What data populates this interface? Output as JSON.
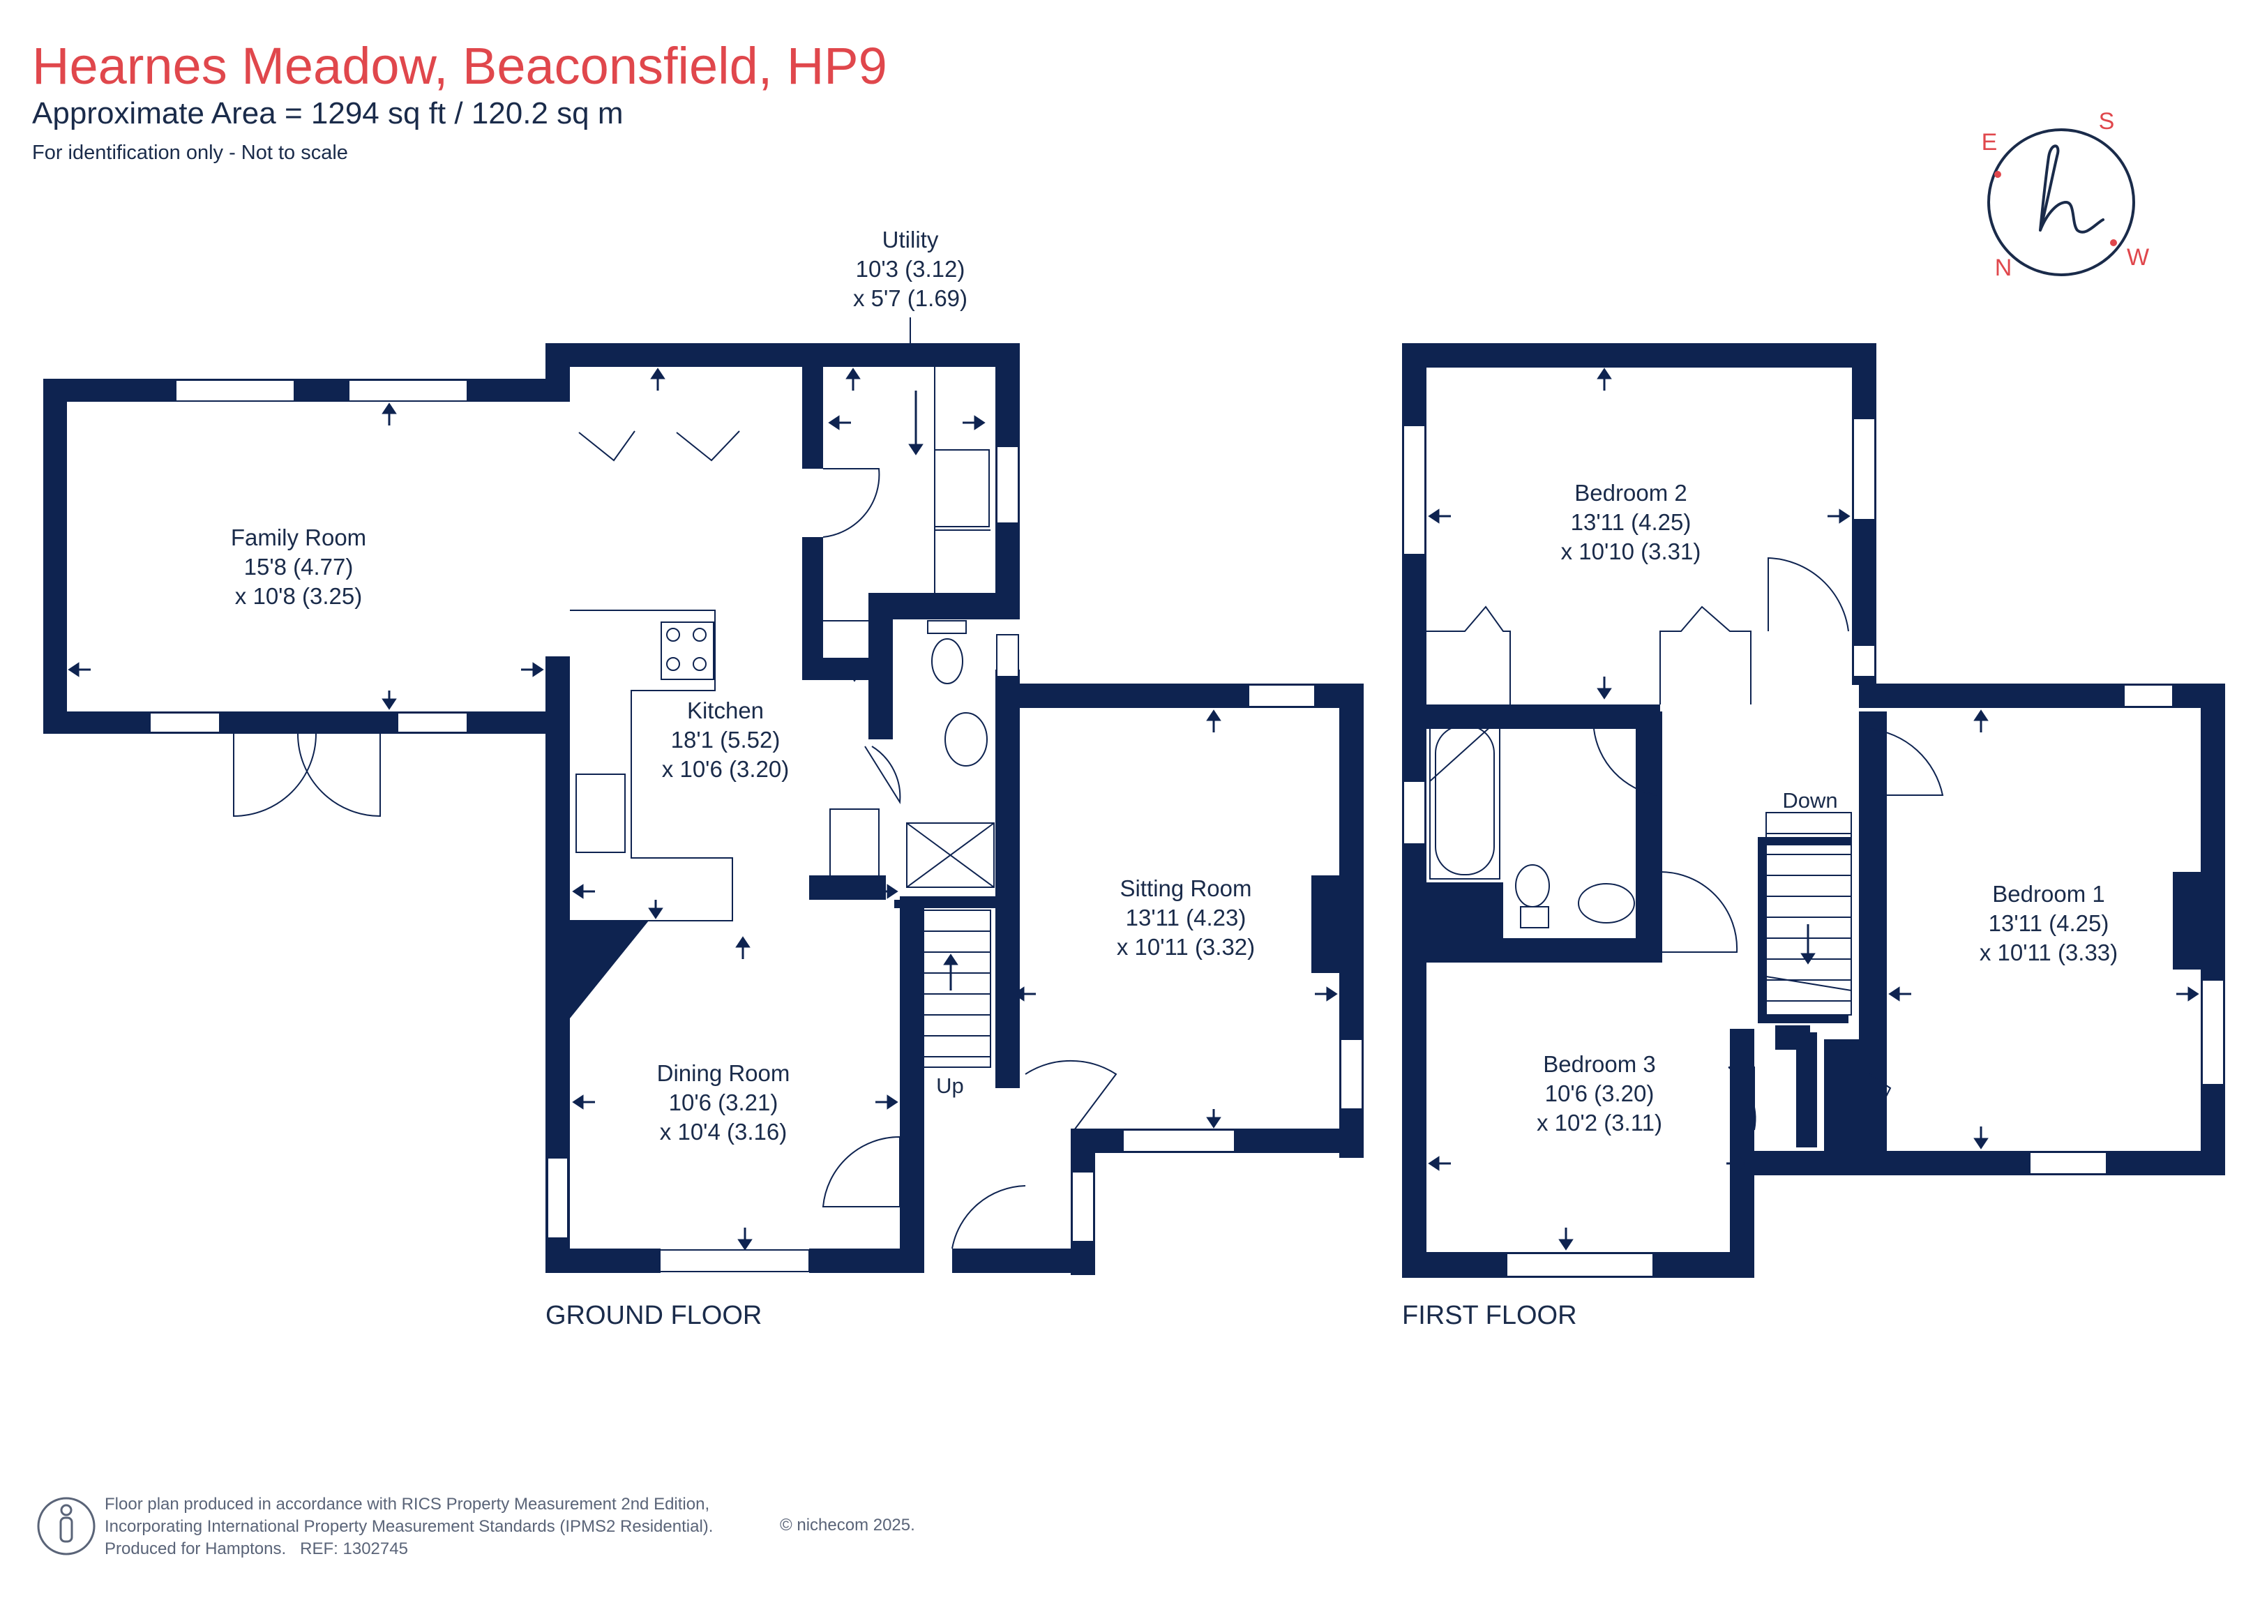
{
  "header": {
    "title": "Hearnes Meadow, Beaconsfield, HP9",
    "area": "Approximate Area = 1294 sq ft / 120.2 sq m",
    "note": "For identification only - Not to scale"
  },
  "floors": {
    "ground": "GROUND FLOOR",
    "first": "FIRST FLOOR"
  },
  "rooms": {
    "utility": {
      "name": "Utility",
      "dim1": "10'3 (3.12)",
      "dim2": "x 5'7 (1.69)"
    },
    "family": {
      "name": "Family Room",
      "dim1": "15'8 (4.77)",
      "dim2": "x 10'8 (3.25)"
    },
    "kitchen": {
      "name": "Kitchen",
      "dim1": "18'1 (5.52)",
      "dim2": "x 10'6 (3.20)"
    },
    "sitting": {
      "name": "Sitting Room",
      "dim1": "13'11 (4.23)",
      "dim2": "x 10'11 (3.32)"
    },
    "dining": {
      "name": "Dining Room",
      "dim1": "10'6 (3.21)",
      "dim2": "x 10'4 (3.16)"
    },
    "bed2": {
      "name": "Bedroom 2",
      "dim1": "13'11 (4.25)",
      "dim2": "x 10'10 (3.31)"
    },
    "bed1": {
      "name": "Bedroom 1",
      "dim1": "13'11 (4.25)",
      "dim2": "x 10'11 (3.33)"
    },
    "bed3": {
      "name": "Bedroom 3",
      "dim1": "10'6 (3.20)",
      "dim2": "x 10'2 (3.11)"
    }
  },
  "stairs": {
    "up": "Up",
    "down": "Down"
  },
  "compass": {
    "letters": [
      "S",
      "W",
      "N",
      "E"
    ]
  },
  "footer": {
    "line1": "Floor plan produced in accordance with RICS Property Measurement 2nd Edition,",
    "line2": "Incorporating International Property Measurement Standards (IPMS2 Residential).",
    "line3_a": "Produced for Hamptons.",
    "line3_b": "REF: 1302745",
    "copyright": "© nichecom 2025."
  },
  "colors": {
    "wall": "#0e2350",
    "accent": "#e0474c",
    "text": "#1a2b4a"
  }
}
